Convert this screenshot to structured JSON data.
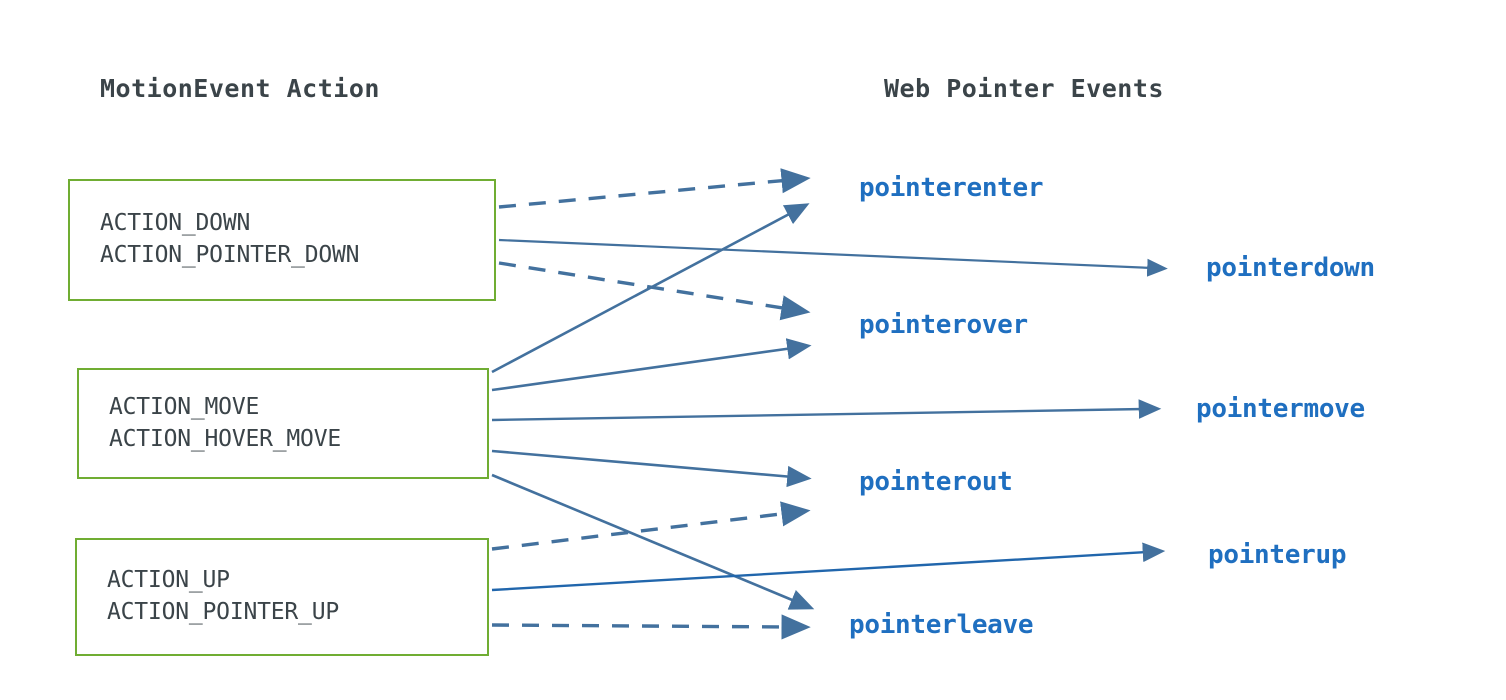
{
  "diagram": {
    "title_left": "MotionEvent Action",
    "title_right": "Web Pointer Events",
    "colors": {
      "box_border_green": "#70ad33",
      "box_text": "#3b4449",
      "event_text_blue": "#1f6fc0",
      "edge_blue": "#43719e",
      "background": "#ffffff"
    },
    "action_boxes": [
      {
        "id": "box-down",
        "line1": "ACTION_DOWN",
        "line2": "ACTION_POINTER_DOWN"
      },
      {
        "id": "box-move",
        "line1": "ACTION_MOVE",
        "line2": "ACTION_HOVER_MOVE"
      },
      {
        "id": "box-up",
        "line1": "ACTION_UP",
        "line2": "ACTION_POINTER_UP"
      }
    ],
    "pointer_events": [
      {
        "id": "pointerenter",
        "label": "pointerenter"
      },
      {
        "id": "pointerdown",
        "label": "pointerdown"
      },
      {
        "id": "pointerover",
        "label": "pointerover"
      },
      {
        "id": "pointermove",
        "label": "pointermove"
      },
      {
        "id": "pointerout",
        "label": "pointerout"
      },
      {
        "id": "pointerup",
        "label": "pointerup"
      },
      {
        "id": "pointerleave",
        "label": "pointerleave"
      }
    ],
    "edges": [
      {
        "from": "ACTION_DOWN / ACTION_POINTER_DOWN",
        "to": "pointerenter",
        "style": "dashed"
      },
      {
        "from": "ACTION_DOWN / ACTION_POINTER_DOWN",
        "to": "pointerdown",
        "style": "solid"
      },
      {
        "from": "ACTION_DOWN / ACTION_POINTER_DOWN",
        "to": "pointerover",
        "style": "dashed"
      },
      {
        "from": "ACTION_MOVE / ACTION_HOVER_MOVE",
        "to": "pointerenter",
        "style": "solid"
      },
      {
        "from": "ACTION_MOVE / ACTION_HOVER_MOVE",
        "to": "pointerover",
        "style": "solid"
      },
      {
        "from": "ACTION_MOVE / ACTION_HOVER_MOVE",
        "to": "pointermove",
        "style": "solid"
      },
      {
        "from": "ACTION_MOVE / ACTION_HOVER_MOVE",
        "to": "pointerout",
        "style": "solid"
      },
      {
        "from": "ACTION_MOVE / ACTION_HOVER_MOVE",
        "to": "pointerleave",
        "style": "solid"
      },
      {
        "from": "ACTION_UP / ACTION_POINTER_UP",
        "to": "pointerout",
        "style": "dashed"
      },
      {
        "from": "ACTION_UP / ACTION_POINTER_UP",
        "to": "pointerup",
        "style": "solid"
      },
      {
        "from": "ACTION_UP / ACTION_POINTER_UP",
        "to": "pointerleave",
        "style": "dashed"
      }
    ]
  }
}
